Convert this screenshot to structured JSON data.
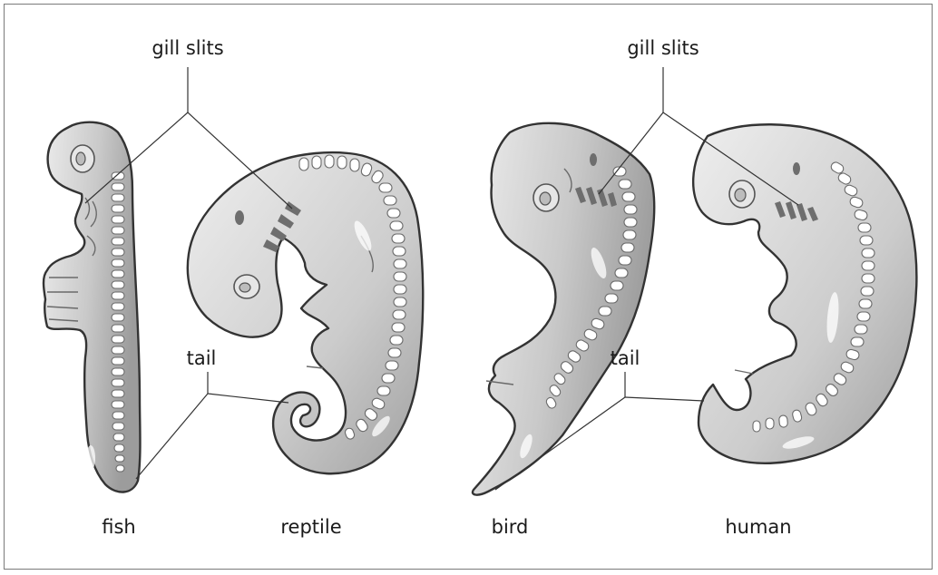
{
  "labels": {
    "gill_slits_left": "gill slits",
    "gill_slits_right": "gill slits",
    "tail_left": "tail",
    "tail_right": "tail",
    "fish": "fish",
    "reptile": "reptile",
    "bird": "bird",
    "human": "human"
  },
  "colors": {
    "body_light": "#e8e8e8",
    "body_dark": "#9a9a9a",
    "outline": "#333333",
    "background": "#ffffff"
  }
}
